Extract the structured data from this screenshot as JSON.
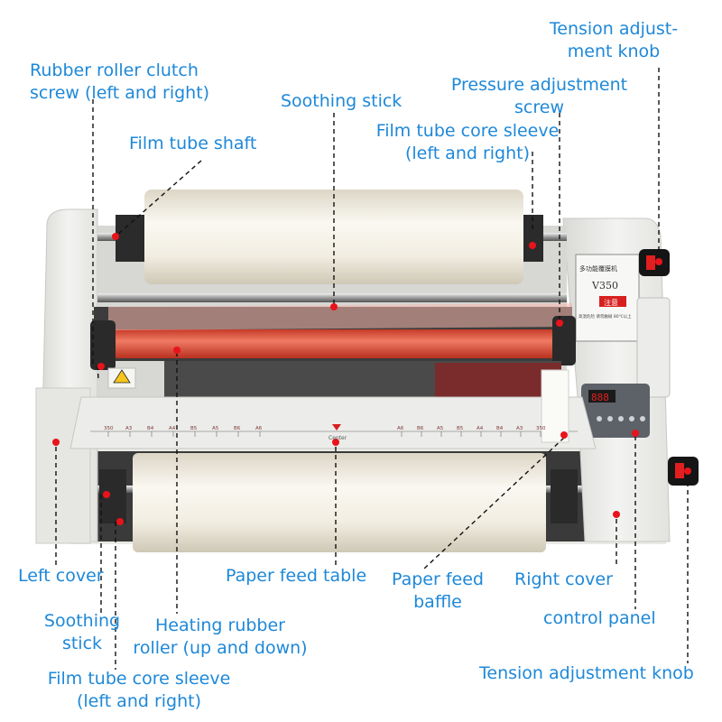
{
  "labels": {
    "tension_top_1": "Tension adjust-",
    "tension_top_2": "ment knob",
    "clutch_1": "Rubber roller clutch",
    "clutch_2": "screw (left and right)",
    "soothing_stick_top": "Soothing stick",
    "pressure_1": "Pressure adjustment",
    "pressure_2": "screw",
    "film_shaft": "Film tube shaft",
    "core_sleeve_top_1": "Film tube core sleeve",
    "core_sleeve_top_2": "(left and right)",
    "left_cover": "Left cover",
    "paper_table": "Paper feed table",
    "baffle_1": "Paper feed",
    "baffle_2": "baffle",
    "right_cover": "Right cover",
    "soothing_bottom_1": "Soothing",
    "soothing_bottom_2": "stick",
    "heating_1": "Heating rubber",
    "heating_2": "roller (up and down)",
    "control_panel": "control panel",
    "core_sleeve_bottom_1": "Film tube core sleeve",
    "core_sleeve_bottom_2": "(left and right)",
    "tension_bottom": "Tension adjustment knob"
  },
  "machine": {
    "brand_text": "多功能覆膜机",
    "model": "V350",
    "warning_title": "注意",
    "warning_text": "高温危险 请勿触碰 80℃以上",
    "center_mark": "Center",
    "scale_left": [
      "350",
      "A3",
      "B4",
      "A4",
      "B5",
      "A5",
      "B6",
      "A6"
    ],
    "scale_right": [
      "A6",
      "B6",
      "A5",
      "B5",
      "A4",
      "B4",
      "A3",
      "350"
    ],
    "display": "888"
  },
  "colors": {
    "label": "#1e88d8",
    "pointer_dot": "#e8131b",
    "leader_line": "#111111",
    "roller_red": "#e4533f",
    "film_white": "#f4f1e8"
  }
}
